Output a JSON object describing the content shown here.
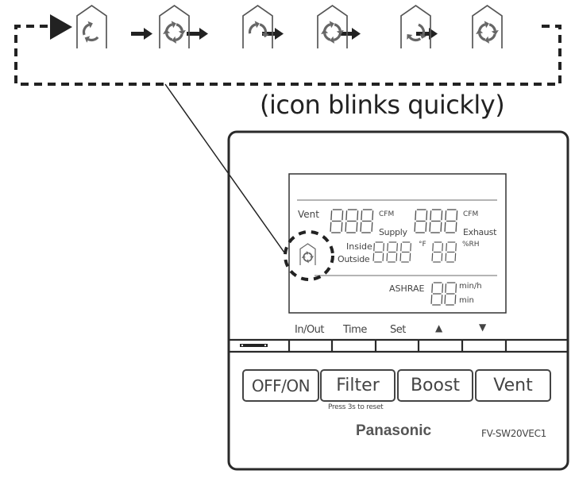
{
  "sequence": {
    "steps": [
      {
        "id": 1,
        "icon": "house-arrows-left-bottom-icon"
      },
      {
        "id": 2,
        "icon": "house-arrows-full-cycle-icon"
      },
      {
        "id": 3,
        "icon": "house-arrows-top-icon"
      },
      {
        "id": 4,
        "icon": "house-arrows-full-cycle-icon"
      },
      {
        "id": 5,
        "icon": "house-arrows-right-bottom-icon"
      },
      {
        "id": 6,
        "icon": "house-arrows-full-cycle-icon"
      }
    ],
    "caption": "(icon blinks quickly)"
  },
  "lcd": {
    "vent_label": "Vent",
    "supply_digits": "888",
    "supply_unit": "CFM",
    "supply_label": "Supply",
    "exhaust_digits": "888",
    "exhaust_unit": "CFM",
    "exhaust_label": "Exhaust",
    "inside_label": "Inside",
    "outside_label": "Outside",
    "temp_digits": "888",
    "temp_unit": "°F",
    "humidity_digits": "88",
    "humidity_unit": "%RH",
    "ashrae_label": "ASHRAE",
    "ashrae_digits": "88",
    "ashrae_unit_top": "min/h",
    "ashrae_unit_bottom": "min"
  },
  "soft_buttons": {
    "labels": [
      "In/Out",
      "Time",
      "Set",
      "▲",
      "▼"
    ]
  },
  "main_buttons": {
    "off_on": "OFF/ON",
    "filter": "Filter",
    "filter_note": "Press 3s to reset",
    "boost": "Boost",
    "vent": "Vent"
  },
  "brand": "Panasonic",
  "model": "FV-SW20VEC1",
  "colors": {
    "line": "#222222",
    "icon_gray": "#666666",
    "text": "#444444"
  }
}
